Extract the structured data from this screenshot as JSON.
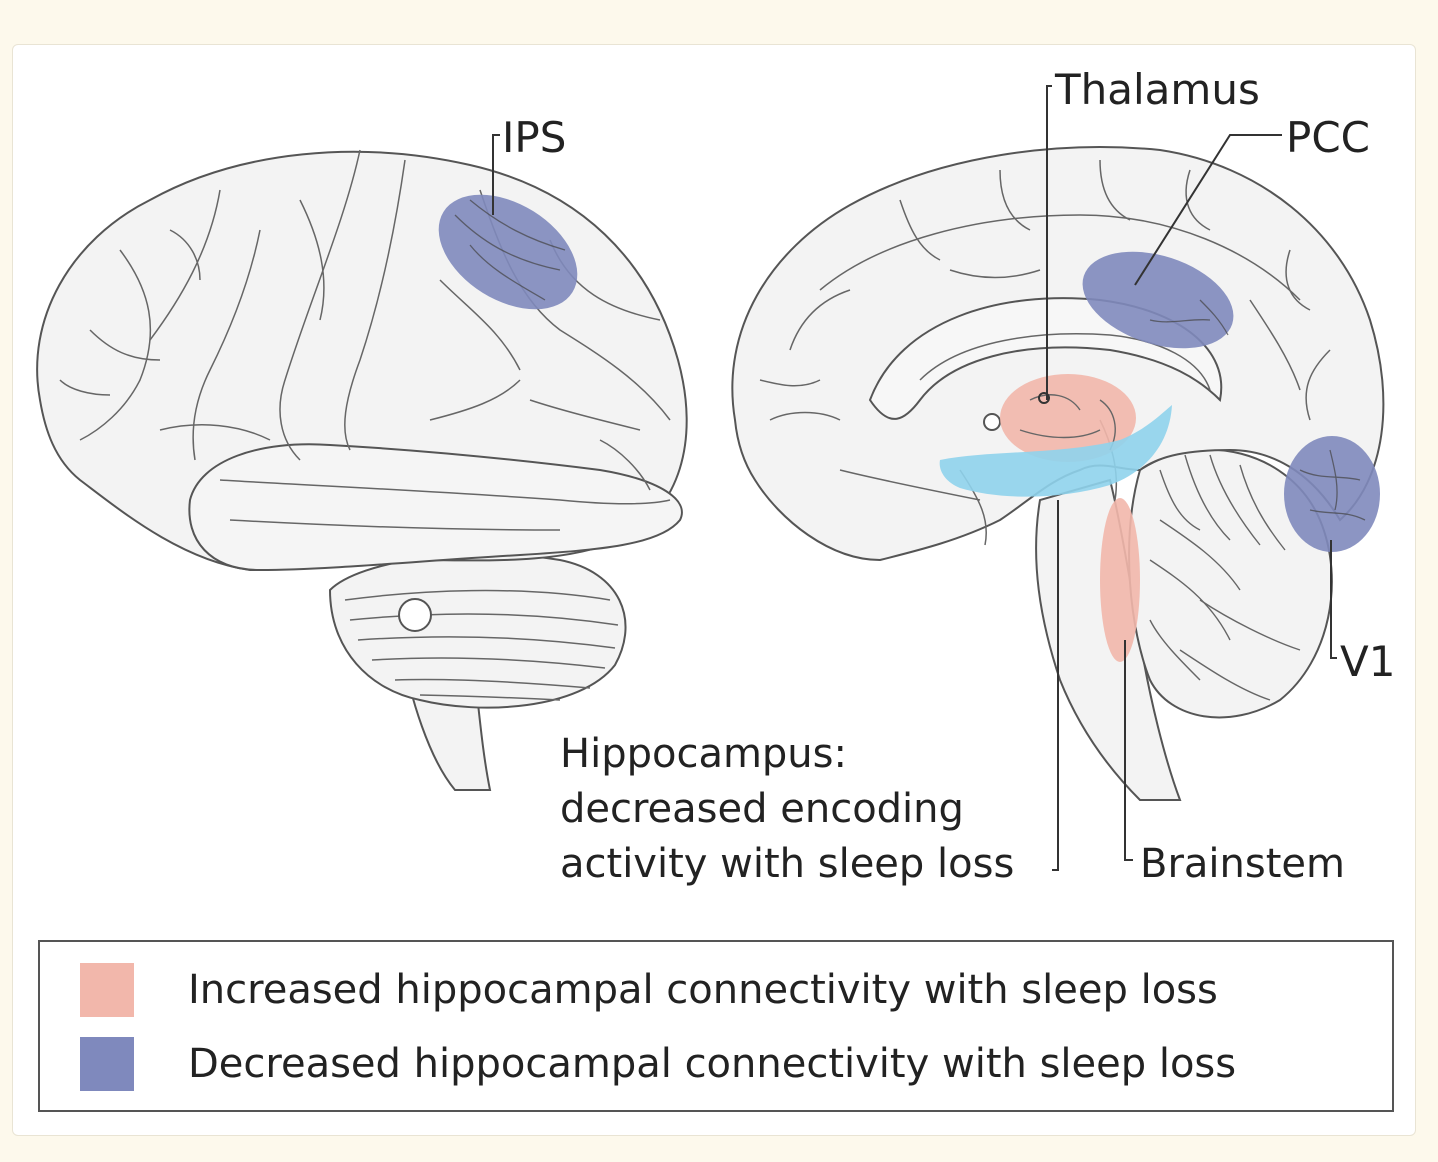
{
  "labels": {
    "ips": "IPS",
    "thalamus": "Thalamus",
    "pcc": "PCC",
    "v1": "V1",
    "hippocampus": [
      "Hippocampus:",
      "decreased encoding",
      "activity with sleep loss"
    ],
    "brainstem": "Brainstem"
  },
  "legend": [
    {
      "label": "Increased hippocampal connectivity with sleep loss",
      "color": "#f2b7ab"
    },
    {
      "label": "Decreased hippocampal connectivity with sleep loss",
      "color": "#7f89bd"
    }
  ],
  "colors": {
    "increased": "#f2b7ab",
    "decreased": "#7f89bd",
    "hippocampus": "#8fd3ec",
    "brain_fill": "#f3f3f3",
    "outline": "#444444"
  }
}
